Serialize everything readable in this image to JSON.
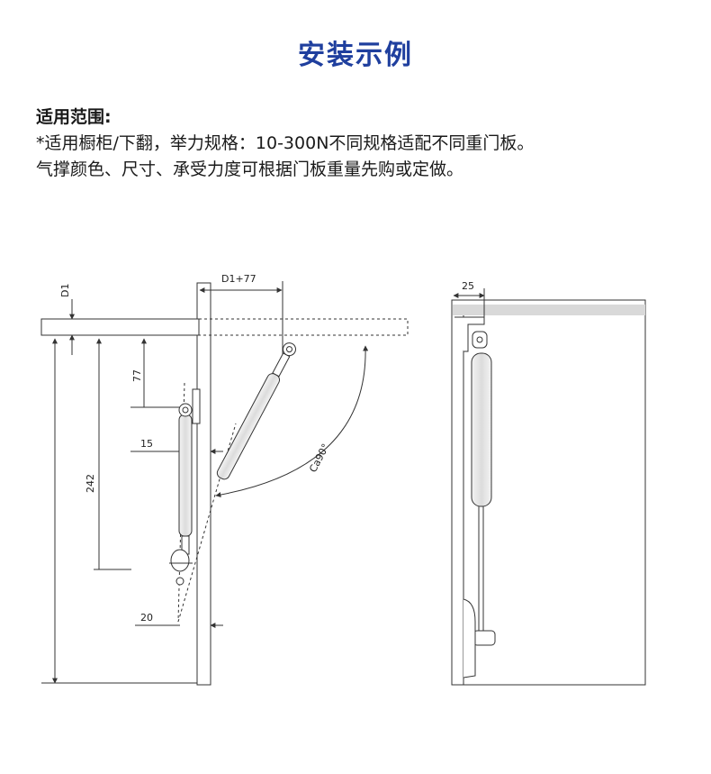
{
  "title": "安装示例",
  "description": {
    "heading": "适用范围:",
    "line1": "*适用橱柜/下翻，举力规格：10-300N不同规格适配不同重门板。",
    "line2": "气撑颜色、尺寸、承受力度可根据门板重量先购或定做。"
  },
  "diagram": {
    "left": {
      "label_d1": "D1",
      "label_d1_plus": "D1+77",
      "label_77": "77",
      "label_242": "242",
      "label_15": "15",
      "label_20": "20",
      "label_angle": "Ca90°"
    },
    "right": {
      "label_25": "25"
    },
    "colors": {
      "title": "#1f3f9e",
      "line": "#333333",
      "shelf_gray": "#d9d9d9"
    }
  }
}
